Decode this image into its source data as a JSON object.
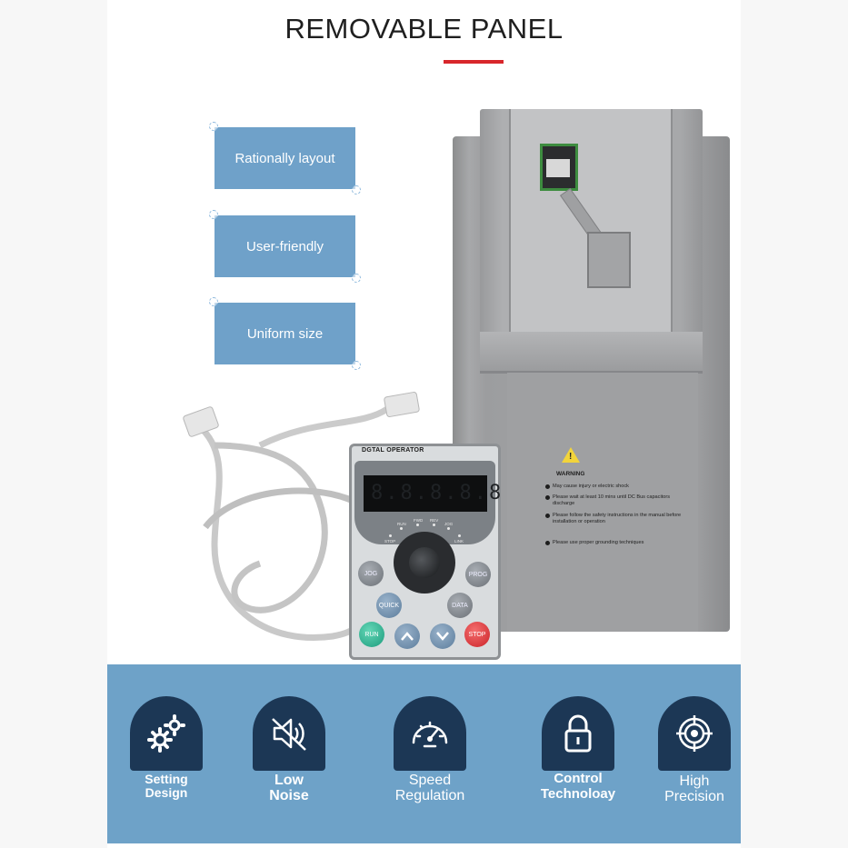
{
  "header": {
    "title": "REMOVABLE PANEL"
  },
  "features": [
    {
      "label": "Rationally layout"
    },
    {
      "label": "User-friendly"
    },
    {
      "label": "Uniform size"
    }
  ],
  "keypad": {
    "label": "DGTAL OPERATOR",
    "leds": [
      "RUN",
      "FWD",
      "REV",
      "JOG",
      "STOP",
      "LINK"
    ],
    "buttons": {
      "jog": "JOG",
      "prog": "PROG",
      "quick": "QUICK",
      "data": "DATA",
      "run": "RUN",
      "stop": "STOP"
    }
  },
  "drive": {
    "warning_title": "WARNING",
    "warning_lines": [
      "May cause injury or electric shock",
      "Please wait at least 10 mins until DC Bus capacitors discharge",
      "Please follow the safety instructions in the manual before installation or operation",
      "Please use proper grounding techniques"
    ]
  },
  "icons": [
    {
      "name": "gear-icon",
      "label_line1": "Setting",
      "label_line2": "Design"
    },
    {
      "name": "mute-speaker-icon",
      "label_line1": "Low",
      "label_line2": "Noise"
    },
    {
      "name": "speedometer-icon",
      "label_line1": "Speed",
      "label_line2": "Regulation"
    },
    {
      "name": "padlock-icon",
      "label_line1": "Control",
      "label_line2": "Technoloay"
    },
    {
      "name": "target-icon",
      "label_line1": "High",
      "label_line2": "Precision"
    }
  ],
  "colors": {
    "accent_red": "#d8262b",
    "feature_box": "#6fa1c9",
    "band": "#6ea2c8",
    "badge": "#1c3755"
  }
}
